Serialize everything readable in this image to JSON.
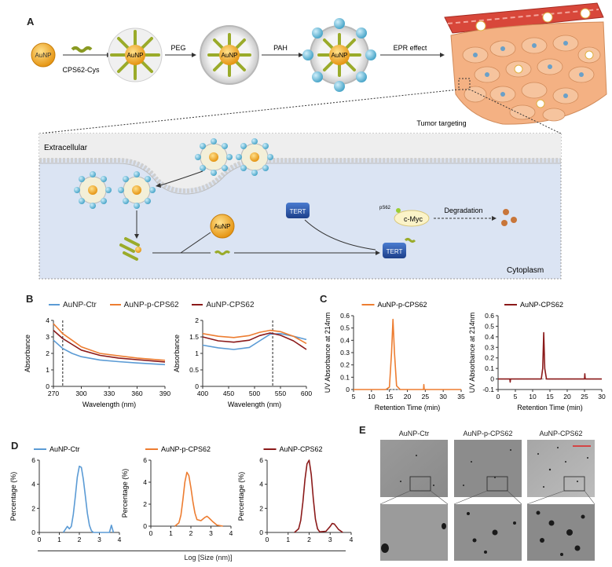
{
  "panel_letters": {
    "a": "A",
    "b": "B",
    "c": "C",
    "d": "D",
    "e": "E"
  },
  "schematic": {
    "aunp": "AuNP",
    "step_labels": [
      "CPS62-Cys",
      "PEG",
      "PAH",
      "EPR effect"
    ],
    "tumor_label": "Tumor targeting",
    "extracellular": "Extracellular",
    "cytoplasm": "Cytoplasm",
    "tert": "TERT",
    "pS62": "pS62",
    "cmyc": "c-Myc",
    "degradation": "Degradation"
  },
  "colors": {
    "ctr": "#5b9bd5",
    "pcps": "#ed7d31",
    "cps": "#8b1a1a",
    "gold": "#f0a820",
    "cyto": "#dbe4f3",
    "cell": "#f4b183"
  },
  "legend_B": [
    "AuNP-Ctr",
    "AuNP-p-CPS62",
    "AuNP-CPS62"
  ],
  "chart_data": [
    {
      "id": "B1",
      "type": "line",
      "xlabel": "Wavelength (nm)",
      "ylabel": "Absorbance",
      "xlim": [
        270,
        390
      ],
      "ylim": [
        0,
        4
      ],
      "xticks": [
        270,
        300,
        330,
        360,
        390
      ],
      "yticks": [
        0,
        1,
        2,
        3,
        4
      ],
      "marker_x": 280,
      "series": [
        {
          "name": "AuNP-Ctr",
          "x": [
            270,
            280,
            290,
            300,
            320,
            340,
            360,
            390
          ],
          "y": [
            2.8,
            2.3,
            2.0,
            1.8,
            1.6,
            1.5,
            1.42,
            1.32
          ]
        },
        {
          "name": "AuNP-p-CPS62",
          "x": [
            270,
            280,
            290,
            300,
            320,
            340,
            360,
            390
          ],
          "y": [
            3.8,
            3.2,
            2.8,
            2.4,
            2.0,
            1.85,
            1.72,
            1.58
          ]
        },
        {
          "name": "AuNP-CPS62",
          "x": [
            270,
            280,
            290,
            300,
            320,
            340,
            360,
            390
          ],
          "y": [
            3.4,
            2.9,
            2.55,
            2.2,
            1.88,
            1.72,
            1.62,
            1.48
          ]
        }
      ]
    },
    {
      "id": "B2",
      "type": "line",
      "xlabel": "Wavelength (nm)",
      "ylabel": "Absorbance",
      "xlim": [
        400,
        600
      ],
      "ylim": [
        0,
        2
      ],
      "xticks": [
        400,
        450,
        500,
        550,
        600
      ],
      "yticks": [
        0,
        0.5,
        1.0,
        1.5,
        2.0
      ],
      "marker_x": 535,
      "series": [
        {
          "name": "AuNP-Ctr",
          "x": [
            400,
            430,
            460,
            490,
            510,
            530,
            550,
            575,
            600
          ],
          "y": [
            1.25,
            1.17,
            1.12,
            1.18,
            1.38,
            1.58,
            1.6,
            1.52,
            1.42
          ]
        },
        {
          "name": "AuNP-p-CPS62",
          "x": [
            400,
            430,
            460,
            490,
            510,
            530,
            550,
            575,
            600
          ],
          "y": [
            1.6,
            1.52,
            1.48,
            1.54,
            1.64,
            1.7,
            1.66,
            1.52,
            1.3
          ]
        },
        {
          "name": "AuNP-CPS62",
          "x": [
            400,
            430,
            460,
            490,
            510,
            530,
            550,
            575,
            600
          ],
          "y": [
            1.5,
            1.38,
            1.34,
            1.4,
            1.54,
            1.62,
            1.55,
            1.38,
            1.12
          ]
        }
      ]
    },
    {
      "id": "C1",
      "type": "line",
      "title": "AuNP-p-CPS62",
      "xlabel": "Retention Time (min)",
      "ylabel": "UV Absorbance at 214nm",
      "xlim": [
        5,
        35
      ],
      "ylim": [
        0,
        0.6
      ],
      "xticks": [
        5,
        10,
        15,
        20,
        25,
        30,
        35
      ],
      "yticks": [
        0,
        0.1,
        0.2,
        0.3,
        0.4,
        0.5,
        0.6
      ],
      "series": [
        {
          "name": "AuNP-p-CPS62",
          "x": [
            5,
            14,
            15,
            15.6,
            16,
            16.4,
            17,
            18,
            24.5,
            24.6,
            24.7,
            35
          ],
          "y": [
            0.0,
            0.0,
            0.02,
            0.3,
            0.57,
            0.3,
            0.03,
            0.0,
            0.0,
            0.04,
            0.0,
            0.0
          ]
        }
      ]
    },
    {
      "id": "C2",
      "type": "line",
      "title": "AuNP-CPS62",
      "xlabel": "Retention Time (min)",
      "ylabel": "UV Absorbance at 214nm",
      "xlim": [
        0,
        30
      ],
      "ylim": [
        -0.1,
        0.6
      ],
      "xticks": [
        0,
        5,
        10,
        15,
        20,
        25,
        30
      ],
      "yticks": [
        -0.1,
        0,
        0.1,
        0.2,
        0.3,
        0.4,
        0.5,
        0.6
      ],
      "series": [
        {
          "name": "AuNP-CPS62",
          "x": [
            0,
            3.4,
            3.5,
            3.6,
            12.5,
            12.9,
            13.2,
            13.5,
            14,
            25,
            25.1,
            25.2,
            30
          ],
          "y": [
            0.0,
            0.0,
            -0.03,
            0.0,
            0.0,
            0.1,
            0.44,
            0.1,
            0.0,
            0.0,
            0.05,
            0.0,
            0.0
          ]
        }
      ]
    },
    {
      "id": "D1",
      "type": "line",
      "title": "AuNP-Ctr",
      "xlabel": "",
      "ylabel": "Percentage (%)",
      "xlim": [
        0,
        4
      ],
      "ylim": [
        0,
        6
      ],
      "xticks": [
        0,
        1,
        2,
        3,
        4
      ],
      "yticks": [
        0,
        2,
        4,
        6
      ],
      "series": [
        {
          "name": "AuNP-Ctr",
          "x": [
            1.2,
            1.4,
            1.5,
            1.6,
            1.7,
            1.8,
            1.9,
            2.0,
            2.1,
            2.2,
            2.3,
            2.4,
            2.5,
            2.6,
            2.7,
            2.8,
            3.5,
            3.6,
            3.7
          ],
          "y": [
            0,
            0.5,
            0.3,
            0.5,
            1.5,
            3.0,
            4.6,
            5.5,
            5.4,
            4.4,
            3.0,
            1.6,
            0.6,
            0.15,
            0,
            0,
            0,
            0.6,
            0
          ]
        }
      ]
    },
    {
      "id": "D2",
      "type": "line",
      "title": "AuNP-p-CPS62",
      "xlabel": "Log [Size (nm)]",
      "ylabel": "Percentage (%)",
      "xlim": [
        0,
        4
      ],
      "ylim": [
        0,
        6
      ],
      "xticks": [
        0,
        1,
        2,
        3,
        4
      ],
      "yticks": [
        0,
        2,
        4,
        6
      ],
      "series": [
        {
          "name": "AuNP-p-CPS62",
          "x": [
            1.2,
            1.4,
            1.5,
            1.6,
            1.7,
            1.8,
            1.9,
            2.0,
            2.1,
            2.2,
            2.3,
            2.5,
            2.7,
            2.8,
            2.9,
            3.1,
            3.3,
            3.6
          ],
          "y": [
            0,
            0.3,
            1.0,
            2.4,
            4.0,
            4.9,
            4.6,
            3.5,
            2.2,
            1.2,
            0.6,
            0.5,
            0.8,
            0.9,
            0.75,
            0.4,
            0.1,
            0
          ]
        }
      ]
    },
    {
      "id": "D3",
      "type": "line",
      "title": "AuNP-CPS62",
      "xlabel": "",
      "ylabel": "Percentage (%)",
      "xlim": [
        0,
        4
      ],
      "ylim": [
        0,
        6
      ],
      "xticks": [
        0,
        1,
        2,
        3,
        4
      ],
      "yticks": [
        0,
        2,
        4,
        6
      ],
      "series": [
        {
          "name": "AuNP-CPS62",
          "x": [
            1.3,
            1.5,
            1.6,
            1.7,
            1.8,
            1.9,
            2.0,
            2.1,
            2.2,
            2.3,
            2.4,
            2.5,
            2.8,
            3.0,
            3.1,
            3.2,
            3.4,
            3.6
          ],
          "y": [
            0,
            0.3,
            1.0,
            2.5,
            4.4,
            5.7,
            6.0,
            4.8,
            2.8,
            1.1,
            0.3,
            0.05,
            0.1,
            0.5,
            0.75,
            0.7,
            0.25,
            0
          ]
        }
      ]
    }
  ],
  "panel_E": {
    "titles": [
      "AuNP-Ctr",
      "AuNP-p-CPS62",
      "AuNP-CPS62"
    ]
  }
}
